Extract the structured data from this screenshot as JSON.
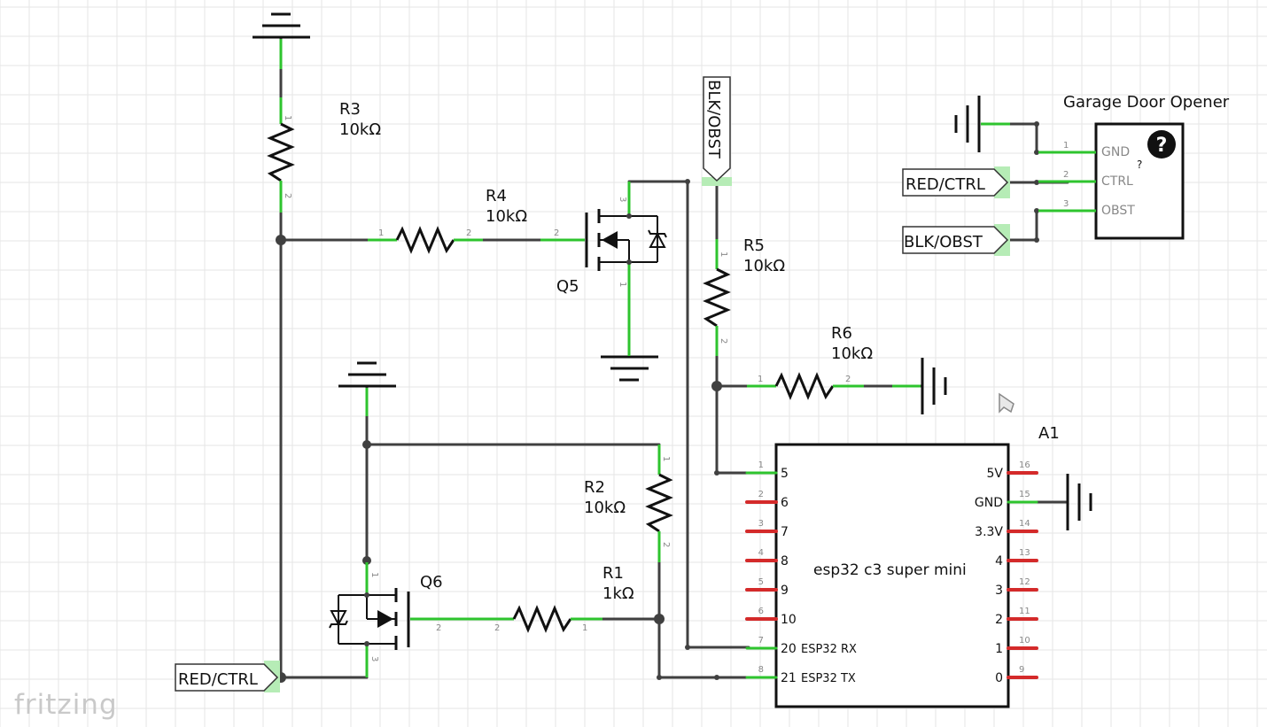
{
  "app": {
    "logo_text": "fritzing"
  },
  "resistors": {
    "r1": {
      "name": "R1",
      "value": "1kΩ",
      "pin1": "1",
      "pin2": "2"
    },
    "r2": {
      "name": "R2",
      "value": "10kΩ",
      "pin1": "1",
      "pin2": "2"
    },
    "r3": {
      "name": "R3",
      "value": "10kΩ",
      "pin1": "1",
      "pin2": "2"
    },
    "r4": {
      "name": "R4",
      "value": "10kΩ",
      "pin1": "1",
      "pin2": "2"
    },
    "r5": {
      "name": "R5",
      "value": "10kΩ",
      "pin1": "1",
      "pin2": "2"
    },
    "r6": {
      "name": "R6",
      "value": "10kΩ",
      "pin1": "1",
      "pin2": "2"
    }
  },
  "mosfets": {
    "q5": {
      "name": "Q5",
      "pin_gate": "2",
      "pin_drain": "3",
      "pin_source": "1"
    },
    "q6": {
      "name": "Q6",
      "pin_gate": "2",
      "pin_drain": "1",
      "pin_source": "3"
    }
  },
  "net_labels": {
    "red_ctrl": "RED/CTRL",
    "blk_obst": "BLK/OBST"
  },
  "garage_door_opener": {
    "title": "Garage Door Opener",
    "unknown_mark": "?",
    "pins": [
      {
        "num": "1",
        "label": "GND"
      },
      {
        "num": "2",
        "label": "CTRL"
      },
      {
        "num": "3",
        "label": "OBST"
      }
    ]
  },
  "esp32": {
    "ref": "A1",
    "title": "esp32 c3 super mini",
    "left_pins": [
      {
        "num": "1",
        "label": "5",
        "connected": true
      },
      {
        "num": "2",
        "label": "6",
        "connected": false
      },
      {
        "num": "3",
        "label": "7",
        "connected": false
      },
      {
        "num": "4",
        "label": "8",
        "connected": false
      },
      {
        "num": "5",
        "label": "9",
        "connected": false
      },
      {
        "num": "6",
        "label": "10",
        "connected": false
      },
      {
        "num": "7",
        "label": "20",
        "extra": "ESP32 RX",
        "connected": true
      },
      {
        "num": "8",
        "label": "21",
        "extra": "ESP32 TX",
        "connected": true
      }
    ],
    "right_pins": [
      {
        "num": "16",
        "label": "5V",
        "connected": false
      },
      {
        "num": "15",
        "label": "GND",
        "connected": true
      },
      {
        "num": "14",
        "label": "3.3V",
        "connected": false
      },
      {
        "num": "13",
        "label": "4",
        "connected": false
      },
      {
        "num": "12",
        "label": "3",
        "connected": false
      },
      {
        "num": "11",
        "label": "2",
        "connected": false
      },
      {
        "num": "10",
        "label": "1",
        "connected": false
      },
      {
        "num": "9",
        "label": "0",
        "connected": false
      }
    ]
  },
  "colors": {
    "wire": "#404040",
    "connected_leg": "#2ec42e",
    "unconnected_leg": "#d42a2a",
    "grid": "#e6e6e6"
  }
}
